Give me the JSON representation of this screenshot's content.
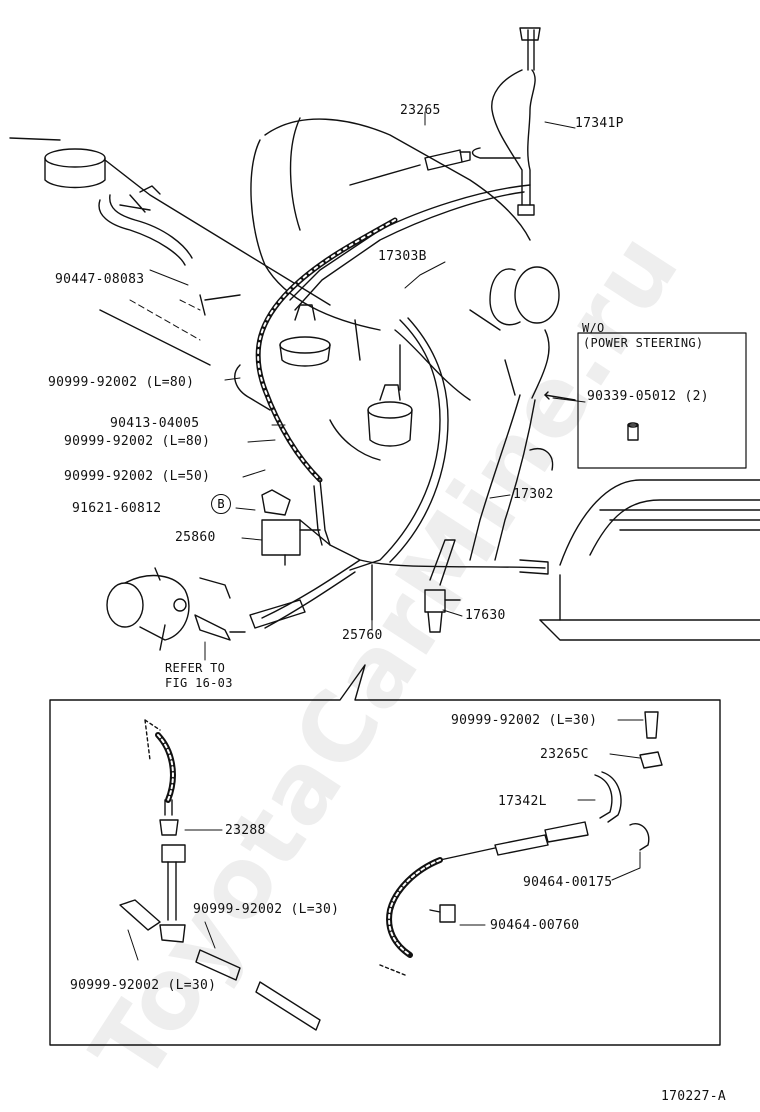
{
  "watermark": "ToyotaCarMine.ru",
  "figure_code": "170227-A",
  "callout_B": "B",
  "labels": {
    "p23265": "23265",
    "p17341P": "17341P",
    "p17303B": "17303B",
    "p90447": "90447-08083",
    "wo_line1": "W/O",
    "wo_line2": "(POWER STEERING)",
    "p90339": "90339-05012 (2)",
    "p90999_80a": "90999-92002 (L=80)",
    "p90413": "90413-04005",
    "p90999_80b": "90999-92002 (L=80)",
    "p90999_50": "90999-92002 (L=50)",
    "p91621": "91621-60812",
    "p17302": "17302",
    "p25860": "25860",
    "p17630": "17630",
    "p25760": "25760",
    "refer1": "REFER TO",
    "refer2": "FIG 16-03",
    "p90999_30a": "90999-92002 (L=30)",
    "p23265C": "23265C",
    "p17342L": "17342L",
    "p23288": "23288",
    "p90464_175": "90464-00175",
    "p90999_30b": "90999-92002 (L=30)",
    "p90464_760": "90464-00760",
    "p90999_30c": "90999-92002 (L=30)"
  }
}
